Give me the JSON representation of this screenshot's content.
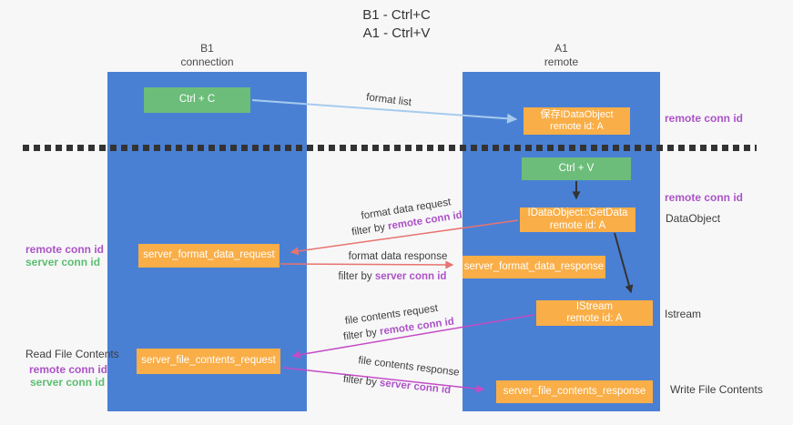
{
  "title": {
    "line1": "B1 - Ctrl+C",
    "line2": "A1 - Ctrl+V"
  },
  "lanes": {
    "left": {
      "name": "B1",
      "role": "connection"
    },
    "right": {
      "name": "A1",
      "role": "remote"
    }
  },
  "nodes": {
    "ctrl_c": {
      "label": "Ctrl + C"
    },
    "ctrl_v": {
      "label": "Ctrl + V"
    },
    "save_idataobject": {
      "line1": "保存IDataObject",
      "line2": "remote id: A"
    },
    "getdata": {
      "line1": "IDataObject::GetData",
      "line2": "remote id: A"
    },
    "istream": {
      "line1": "IStream",
      "line2": "remote id: A"
    },
    "format_request": {
      "label": "server_format_data_request"
    },
    "format_response": {
      "label": "server_format_data_response"
    },
    "file_request": {
      "label": "server_file_contents_request"
    },
    "file_response": {
      "label": "server_file_contents_response"
    }
  },
  "arrow_labels": {
    "format_list": "format list",
    "format_data_request": {
      "line1": "format data request",
      "filter_prefix": "filter by ",
      "filter_key": "remote conn id"
    },
    "format_data_response": {
      "line1": "format data response",
      "filter_prefix": "filter by ",
      "filter_key": "server conn id"
    },
    "file_contents_request": {
      "line1": "file contents request",
      "filter_prefix": "filter by ",
      "filter_key": "remote conn id"
    },
    "file_contents_response": {
      "line1": "file contents response",
      "filter_prefix": "filter by ",
      "filter_key": "server conn id"
    }
  },
  "side_labels": {
    "right_remote_conn_top": "remote conn id",
    "right_remote_conn_mid": "remote conn id",
    "right_dataobject": "DataObject",
    "right_istream": "Istream",
    "right_write_file": "Write File Contents",
    "left_remote_conn_mid": "remote conn id",
    "left_server_conn_mid": "server conn id",
    "left_read_file": "Read File Contents",
    "left_remote_conn_bottom": "remote conn id",
    "left_server_conn_bottom": "server conn id"
  },
  "colors": {
    "lane_blue": "#4A80D4",
    "node_green": "#6CBD7A",
    "node_orange": "#F9AE47",
    "conn_id_purple": "#AC53C6",
    "conn_id_green": "#5BBE6F",
    "arrow_red": "#E8736F",
    "arrow_magenta": "#C54BC5",
    "arrow_light_blue": "#A6CBED",
    "arrow_black": "#333333"
  }
}
